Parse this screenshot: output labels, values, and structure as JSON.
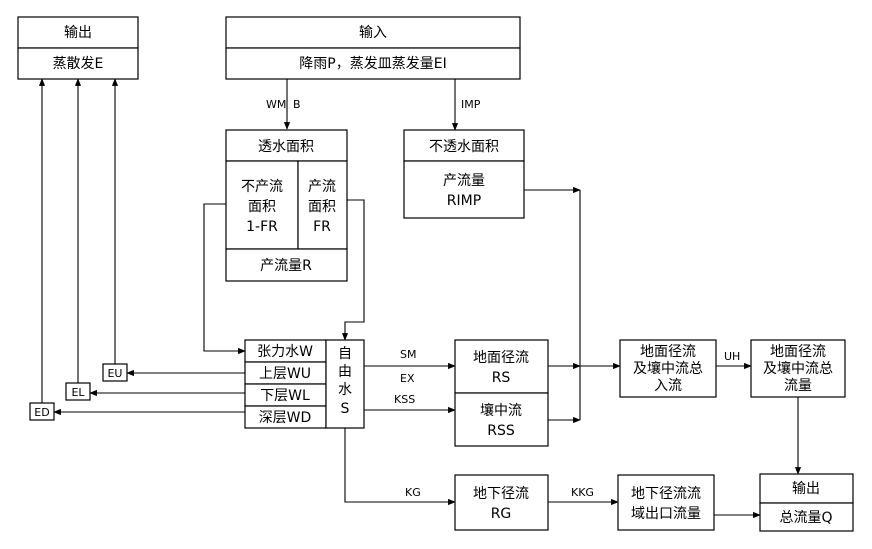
{
  "output_top": {
    "title": "输出",
    "content": "蒸散发E"
  },
  "input": {
    "title": "输入",
    "content": "降雨P，蒸发皿蒸发量EI"
  },
  "pervious": {
    "title": "透水面积",
    "non_runoff": [
      "不产流",
      "面积",
      "1-FR"
    ],
    "runoff": [
      "产流",
      "面积",
      "FR"
    ],
    "output": "产流量R"
  },
  "impervious": {
    "title": "不透水面积",
    "output_lines": [
      "产流量",
      "RIMP"
    ]
  },
  "soil": {
    "layers": [
      "张力水W",
      "上层WU",
      "下层WL",
      "深层WD"
    ],
    "free_water": [
      "自",
      "由",
      "水",
      "S"
    ]
  },
  "evap_labels": [
    "EU",
    "EL",
    "ED"
  ],
  "flow_labels": {
    "wm": "WM",
    "b": "B",
    "imp": "IMP",
    "sm": "SM",
    "ex": "EX",
    "kss": "KSS",
    "kg": "KG",
    "kkg": "KKG",
    "uh": "UH"
  },
  "surface_runoff": [
    "地面径流",
    "RS"
  ],
  "interflow": [
    "壤中流",
    "RSS"
  ],
  "groundwater": [
    "地下径流",
    "RG"
  ],
  "inflow_total": [
    "地面径流",
    "及壤中流总",
    "入流"
  ],
  "flow_total": [
    "地面径流",
    "及壤中流总",
    "流量"
  ],
  "gw_outlet": [
    "地下径流流",
    "域出口流量"
  ],
  "output_bottom": {
    "title": "输出",
    "content": "总流量Q"
  }
}
